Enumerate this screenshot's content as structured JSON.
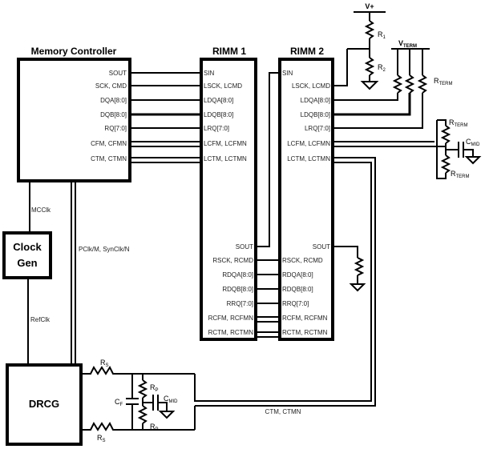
{
  "diagram": {
    "memory_controller": {
      "title": "Memory Controller",
      "pins": [
        "SOUT",
        "SCK, CMD",
        "DQA[8:0]",
        "DQB[8:0]",
        "RQ[7:0]",
        "CFM, CFMN",
        "CTM, CTMN"
      ]
    },
    "rimm1": {
      "title": "RIMM 1",
      "left_pins": [
        "SIN",
        "LSCK, LCMD",
        "LDQA[8:0]",
        "LDQB[8:0]",
        "LRQ[7:0]",
        "LCFM, LCFMN",
        "LCTM, LCTMN"
      ],
      "right_pins": [
        "SOUT",
        "RSCK, RCMD",
        "RDQA[8:0]",
        "RDQB[8:0]",
        "RRQ[7:0]",
        "RCFM, RCFMN",
        "RCTM, RCTMN"
      ]
    },
    "rimm2": {
      "title": "RIMM 2",
      "left_pins": [
        "SIN",
        "LSCK, LCMD",
        "LDQA[8:0]",
        "LDQB[8:0]",
        "LRQ[7:0]",
        "LCFM, LCFMN",
        "LCTM, LCTMN"
      ],
      "right_pins": [
        "SOUT",
        "RSCK, RCMD",
        "RDQA[8:0]",
        "RDQB[8:0]",
        "RRQ[7:0]",
        "RCFM, RCFMN",
        "RCTM, RCTMN"
      ]
    },
    "clock_gen": {
      "line1": "Clock",
      "line2": "Gen"
    },
    "drcg": {
      "title": "DRCG"
    },
    "signals": {
      "mcclk": "MCClk",
      "refclk": "RefClk",
      "pclk": "PClk/M, SynClk/N",
      "ctm": "CTM, CTMN"
    },
    "components": {
      "vplus": "V+",
      "r1": "R",
      "r1_sub": "1",
      "r2": "R",
      "r2_sub": "2",
      "vterm": "V",
      "vterm_sub": "TERM",
      "rterm": "R",
      "rterm_sub": "TERM",
      "cmid": "C",
      "cmid_sub": "MID",
      "rs": "R",
      "rs_sub": "S",
      "rp": "R",
      "rp_sub": "P",
      "cf": "C",
      "cf_sub": "F"
    }
  }
}
